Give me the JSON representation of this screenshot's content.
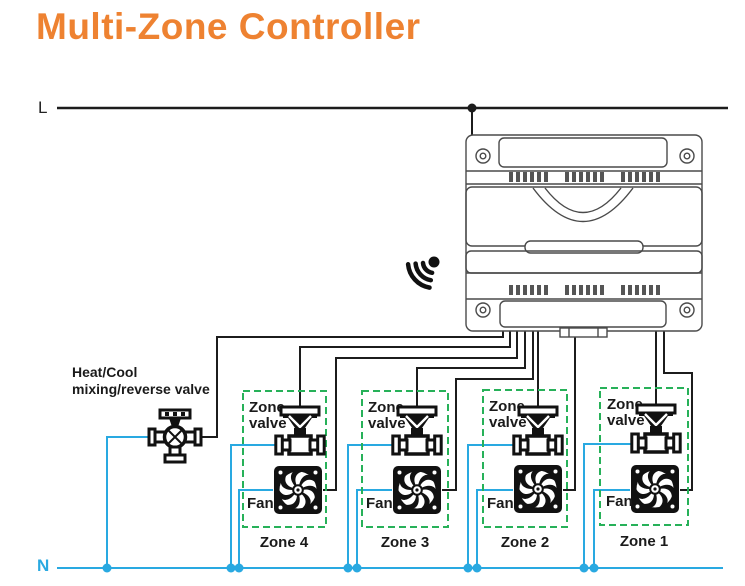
{
  "title": "Multi-Zone Controller",
  "colors": {
    "title_orange": "#ee8231",
    "wire_blue": "#29a9e1",
    "wire_black": "#1c1c1c",
    "zone_box_green": "#27b159",
    "device_outline": "#4a4a4a"
  },
  "power_rails": {
    "line_label": "L",
    "neutral_label": "N"
  },
  "mixing_valve_label": {
    "line1": "Heat/Cool",
    "line2": "mixing/reverse valve"
  },
  "icons": {
    "wireless": "wifi-signal-icon",
    "controller": "controller-device-illustration",
    "mixing_valve": "four-way-mixing-valve-icon",
    "zone_valve": "zone-valve-icon",
    "fan": "fan-icon"
  },
  "zones": [
    {
      "name": "Zone 4",
      "valve_line1": "Zone",
      "valve_line2": "valve",
      "fan_label": "Fan"
    },
    {
      "name": "Zone 3",
      "valve_line1": "Zone",
      "valve_line2": "valve",
      "fan_label": "Fan"
    },
    {
      "name": "Zone 2",
      "valve_line1": "Zone",
      "valve_line2": "valve",
      "fan_label": "Fan"
    },
    {
      "name": "Zone 1",
      "valve_line1": "Zone",
      "valve_line2": "valve",
      "fan_label": "Fan"
    }
  ]
}
